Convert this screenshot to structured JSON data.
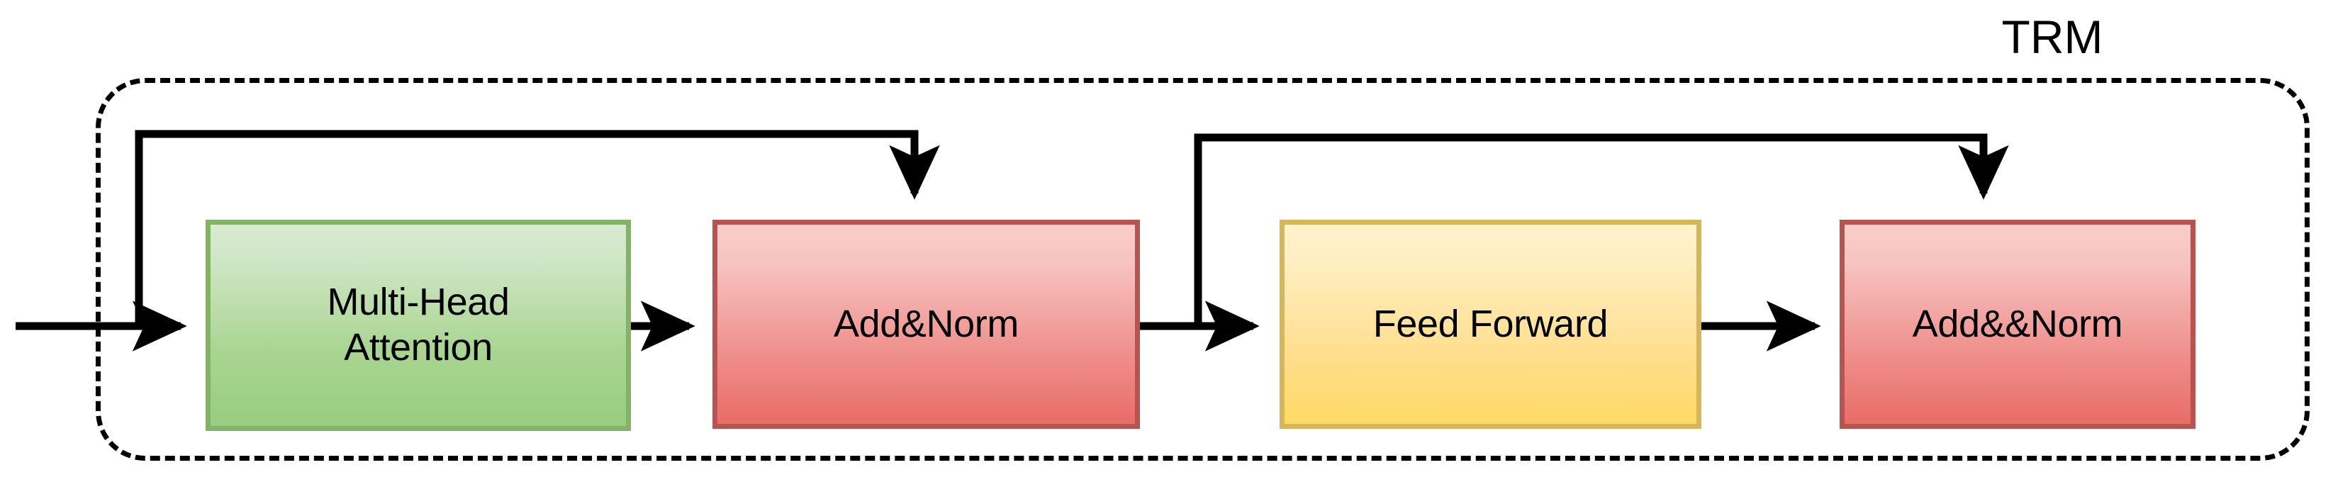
{
  "diagram": {
    "title": "TRM",
    "container_label": "TRM",
    "background_color": "#ffffff",
    "line_color": "#000000",
    "container_style": "dashed-rounded-rectangle",
    "nodes": [
      {
        "id": "multi-head-attention",
        "label": "Multi-Head\nAttention",
        "fill_top": "#d5e8d4",
        "fill_bottom": "#97ce7f",
        "stroke": "#82b366"
      },
      {
        "id": "add-norm-1",
        "label": "Add&Norm",
        "fill_top": "#f8cecc",
        "fill_bottom": "#e96c67",
        "stroke": "#b85450"
      },
      {
        "id": "feed-forward",
        "label": "Feed Forward",
        "fill_top": "#fff2cc",
        "fill_bottom": "#ffd966",
        "stroke": "#d6b656"
      },
      {
        "id": "add-norm-2",
        "label": "Add&&Norm",
        "fill_top": "#f8cecc",
        "fill_bottom": "#e96c67",
        "stroke": "#b85450"
      }
    ],
    "edges": [
      {
        "id": "input-to-attention",
        "from": "input",
        "to": "multi-head-attention",
        "kind": "arrow"
      },
      {
        "id": "attention-to-addnorm1",
        "from": "multi-head-attention",
        "to": "add-norm-1",
        "kind": "arrow"
      },
      {
        "id": "residual-1",
        "from": "input",
        "to": "add-norm-1",
        "kind": "skip-connection-arrow"
      },
      {
        "id": "addnorm1-to-feedforward",
        "from": "add-norm-1",
        "to": "feed-forward",
        "kind": "arrow"
      },
      {
        "id": "residual-2",
        "from": "add-norm-1",
        "to": "add-norm-2",
        "kind": "skip-connection-arrow"
      },
      {
        "id": "feedforward-to-addnorm2",
        "from": "feed-forward",
        "to": "add-norm-2",
        "kind": "arrow"
      }
    ]
  }
}
